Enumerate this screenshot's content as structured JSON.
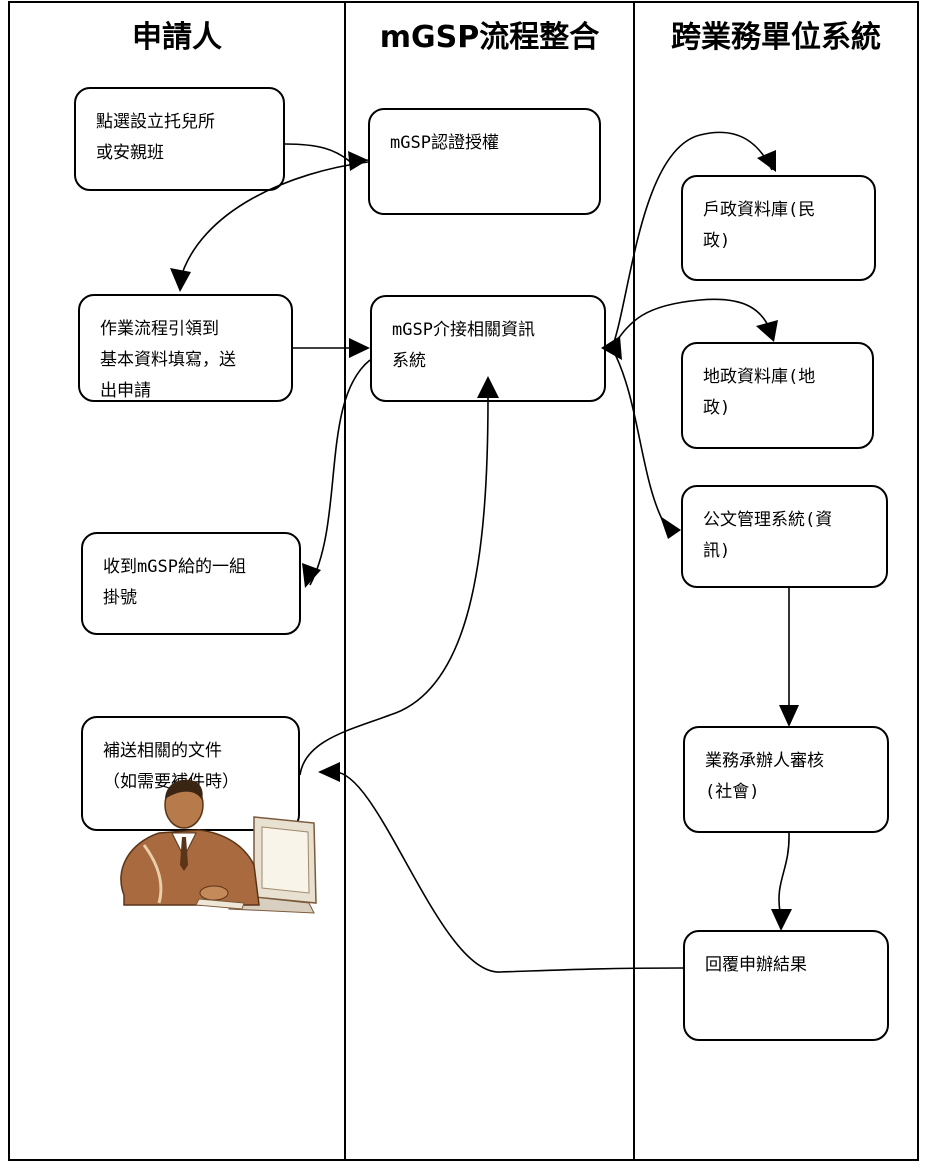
{
  "lanes": {
    "applicant": "申請人",
    "mgsp": "mGSP流程整合",
    "cross_unit": "跨業務單位系統"
  },
  "applicant_steps": {
    "select_service": "點選設立托兒所\n或安親班",
    "fill_form": "作業流程引領到\n基本資料填寫，送\n出申請",
    "receive_number": "收到mGSP給的一組\n掛號",
    "supplement_docs": "補送相關的文件\n（如需要補件時）"
  },
  "mgsp_steps": {
    "auth": "mGSP認證授權",
    "interface": "mGSP介接相關資訊\n系統"
  },
  "unit_steps": {
    "household_db": "戶政資料庫(民\n政)",
    "land_db": "地政資料庫(地\n政)",
    "document_mgmt": "公文管理系統(資\n訊)",
    "review": "業務承辦人審核\n(社會)",
    "reply": "回覆申辦結果"
  }
}
